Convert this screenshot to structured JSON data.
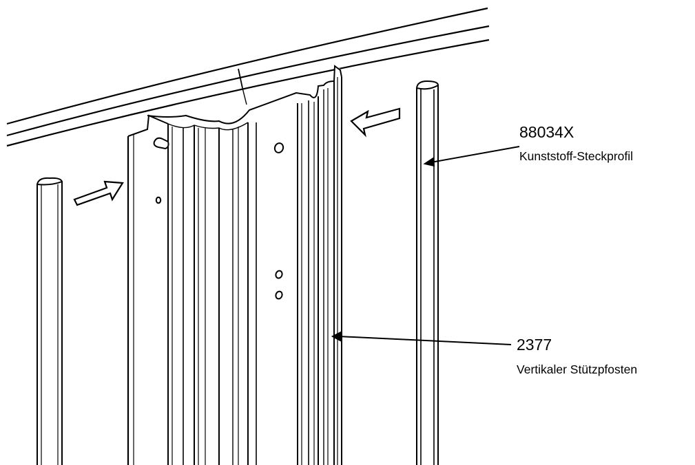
{
  "callouts": {
    "plastic_profile": {
      "part_number": "88034X",
      "description": "Kunststoff-Steckprofil"
    },
    "support_post": {
      "part_number": "2377",
      "description": "Vertikaler Stützpfosten"
    }
  },
  "colors": {
    "line": "#000000",
    "background": "#ffffff"
  }
}
